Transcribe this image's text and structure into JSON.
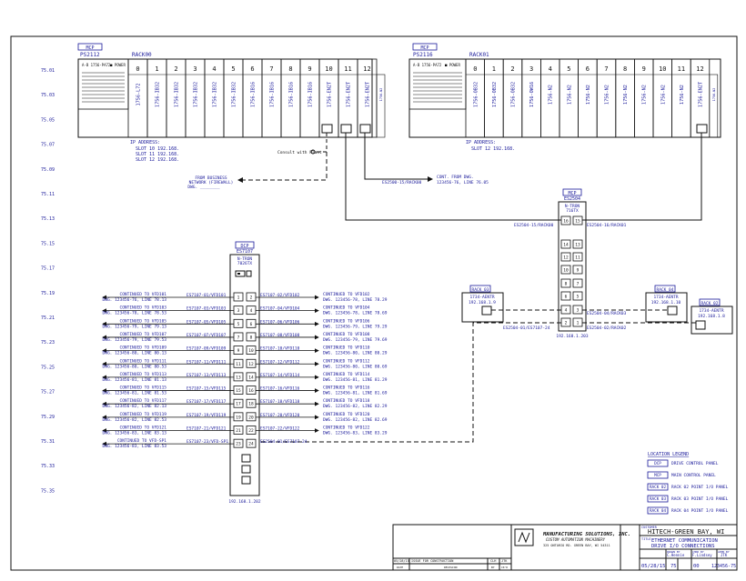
{
  "rail_labels": [
    "75.01",
    "75.03",
    "75.05",
    "75.07",
    "75.09",
    "75.11",
    "75.13",
    "75.15",
    "75.17",
    "75.19",
    "75.21",
    "75.23",
    "75.25",
    "75.27",
    "75.29",
    "75.31",
    "75.33",
    "75.35"
  ],
  "rack00": {
    "tag": "MCP",
    "panel": "PS2112",
    "name": "RACK00",
    "ps": "A-B 1756-PA72",
    "power": "■ POWER",
    "slots": [
      "0",
      "1",
      "2",
      "3",
      "4",
      "5",
      "6",
      "7",
      "8",
      "9",
      "10",
      "11",
      "12"
    ],
    "modules": [
      "1756-L72",
      "1756-IB32",
      "1756-IB32",
      "1756-IB32",
      "1756-IB32",
      "1756-IB32",
      "1756-IB16",
      "1756-IB16",
      "1756-IB16",
      "1756-IB16",
      "1756-EN2T",
      "1756-EN2T",
      "1756-EN2T"
    ],
    "end_cap": "1756-N2",
    "ip_title": "IP ADDRESS:",
    "ip_rows": [
      "SLOT 10  192.168.",
      "SLOT 11  192.168.",
      "SLOT 12  192.168."
    ],
    "consult": "Consult with Plant",
    "business": [
      "FROM BUSINESS",
      "NETWORK (FIREWALL)",
      "DWG. ________"
    ],
    "cont_label": "ES2500-15/RACK00",
    "cont_to": [
      "CONT. FROM DWG.",
      "123456-76, LINE 76.05"
    ]
  },
  "rack01": {
    "tag": "MCP",
    "panel": "PS2116",
    "name": "RACK01",
    "ps": "A-B 1756-PA72",
    "power": "■ POWER",
    "slots": [
      "0",
      "1",
      "2",
      "3",
      "4",
      "5",
      "6",
      "7",
      "8",
      "9",
      "10",
      "11",
      "12"
    ],
    "modules": [
      "1756-OB32",
      "1756-OB32",
      "1756-OB32",
      "1756-OW16",
      "1756-N2",
      "1756-N2",
      "1756-N2",
      "1756-N2",
      "1756-N2",
      "1756-N2",
      "1756-N2",
      "1756-N2",
      "1756-EN2T"
    ],
    "end_cap": "1756-N2",
    "ip_title": "IP ADDRESS:",
    "ip_rows": [
      "SLOT 12  192.168."
    ]
  },
  "switch_top": {
    "tag": "MCP",
    "id": "ES2504",
    "model": [
      "N-TRON",
      "716TX"
    ],
    "ports_left": [
      "16",
      "14",
      "12",
      "10",
      "8",
      "6",
      "4",
      "2"
    ],
    "ports_right": [
      "15",
      "13",
      "11",
      "9",
      "7",
      "5",
      "3",
      "1"
    ],
    "label_l1": "ES2504-15/RACK00",
    "label_r1": "ES2504-16/RACK01",
    "label_l2": "ES2504-01/ES7107-24",
    "label_r2": "ES2504-04/RACK03",
    "label_r3": "ES2504-02/RACK02",
    "ip": "192.168.1.203"
  },
  "switch_dcp": {
    "tag": "DCP",
    "id": "ES7107",
    "model": [
      "N-TRON",
      "7026TX"
    ],
    "ports_left": [
      "1",
      "3",
      "5",
      "7",
      "9",
      "11",
      "13",
      "15",
      "17",
      "19",
      "21",
      "23"
    ],
    "ports_right": [
      "2",
      "4",
      "6",
      "8",
      "10",
      "12",
      "14",
      "16",
      "18",
      "20",
      "22",
      "24"
    ],
    "ip": "192.168.1.202"
  },
  "dcp_left": [
    {
      "cont": "CONTINUED TO VFD101",
      "dwg": "DWG. 123456-76, LINE 78.13",
      "cable": "ES7107-01/VFD101"
    },
    {
      "cont": "CONTINUED TO VFD103",
      "dwg": "DWG. 123456-78, LINE 78.53",
      "cable": "ES7107-03/VFD103"
    },
    {
      "cont": "CONTINUED TO VFD105",
      "dwg": "DWG. 123456-79, LINE 79.13",
      "cable": "ES7107-05/VFD105"
    },
    {
      "cont": "CONTINUED TO VFD107",
      "dwg": "DWG. 123456-79, LINE 79.53",
      "cable": "ES7107-07/VFD107"
    },
    {
      "cont": "CONTINUED TO VFD109",
      "dwg": "DWG. 123456-80, LINE 80.13",
      "cable": "ES7107-09/VFD109"
    },
    {
      "cont": "CONTINUED TO VFD111",
      "dwg": "DWG. 123456-80, LINE 80.53",
      "cable": "ES7107-11/VFD111"
    },
    {
      "cont": "CONTINUED TO VFD113",
      "dwg": "DWG. 123456-81, LINE 81.13",
      "cable": "ES7107-13/VFD113"
    },
    {
      "cont": "CONTINUED TO VFD115",
      "dwg": "DWG. 123456-81, LINE 81.53",
      "cable": "ES7107-15/VFD115"
    },
    {
      "cont": "CONTINUED TO VFD117",
      "dwg": "DWG. 123456-82, LINE 82.13",
      "cable": "ES7107-17/VFD117"
    },
    {
      "cont": "CONTINUED TO VFD119",
      "dwg": "DWG. 123456-82, LINE 82.53",
      "cable": "ES7107-19/VFD119"
    },
    {
      "cont": "CONTINUED TO VFD121",
      "dwg": "DWG. 123456-83, LINE 83.13",
      "cable": "ES7107-21/VFD121"
    },
    {
      "cont": "CONTINUED TO VFD-SP1",
      "dwg": "DWG. 123456-83, LINE 83.53",
      "cable": "ES7107-23/VFD-SP1"
    }
  ],
  "dcp_right": [
    {
      "cable": "ES7107-02/VFD102",
      "cont": "CONTINUED TO VFD102",
      "dwg": "DWG. 123456-78, LINE 78.29"
    },
    {
      "cable": "ES7107-04/VFD104",
      "cont": "CONTINUED TO VFD104",
      "dwg": "DWG. 123456-78, LINE 78.69"
    },
    {
      "cable": "ES7107-06/VFD106",
      "cont": "CONTINUED TO VFD106",
      "dwg": "DWG. 123456-79, LINE 79.29"
    },
    {
      "cable": "ES7107-08/VFD108",
      "cont": "CONTINUED TO VFD108",
      "dwg": "DWG. 123456-79, LINE 79.69"
    },
    {
      "cable": "ES7107-10/VFD110",
      "cont": "CONTINUED TO VFD110",
      "dwg": "DWG. 123456-80, LINE 80.29"
    },
    {
      "cable": "ES7107-12/VFD112",
      "cont": "CONTINUED TO VFD112",
      "dwg": "DWG. 123456-80, LINE 80.69"
    },
    {
      "cable": "ES7107-14/VFD114",
      "cont": "CONTINUED TO VFD114",
      "dwg": "DWG. 123456-81, LINE 81.29"
    },
    {
      "cable": "ES7107-16/VFD116",
      "cont": "CONTINUED TO VFD116",
      "dwg": "DWG. 123456-81, LINE 81.69"
    },
    {
      "cable": "ES7107-18/VFD118",
      "cont": "CONTINUED TO VFD118",
      "dwg": "DWG. 123456-82, LINE 82.29"
    },
    {
      "cable": "ES7107-20/VFD120",
      "cont": "CONTINUED TO VFD120",
      "dwg": "DWG. 123456-82, LINE 82.69"
    },
    {
      "cable": "ES7107-22/VFD122",
      "cont": "CONTINUED TO VFD122",
      "dwg": "DWG. 123456-83, LINE 83.29"
    },
    {
      "cable": "ES2504-01/ES7107-24",
      "cont": "",
      "dwg": ""
    }
  ],
  "adapters": [
    {
      "tag": "RACK 03",
      "model": "1734-AENTR",
      "ip": "192.168.1.9"
    },
    {
      "tag": "RACK 04",
      "model": "1734-AENTR",
      "ip": "192.168.1.10"
    },
    {
      "tag": "RACK 02",
      "model": "1734-AENTR",
      "ip": "192.168.1.8"
    }
  ],
  "legend": {
    "title": "LOCATION LEGEND",
    "items": [
      {
        "tag": "DCP",
        "text": "DRIVE CONTROL PANEL"
      },
      {
        "tag": "MCP",
        "text": "MAIN CONTROL PANEL"
      },
      {
        "tag": "RACK 02",
        "text": "RACK 02 POINT I/O PANEL"
      },
      {
        "tag": "RACK 03",
        "text": "RACK 03 POINT I/O PANEL"
      },
      {
        "tag": "RACK 04",
        "text": "RACK 04 POINT I/O PANEL"
      }
    ]
  },
  "title_block": {
    "company": "MANUFACTURING SOLUTIONS, INC.",
    "company_sub": "CUSTOM AUTOMATION MACHINERY",
    "company_addr": "325 ONTARIO RD.  GREEN BAY, WI 54311",
    "customer_lbl": "CUSTOMER",
    "customer": "HITECH-GREEN BAY, WI",
    "title_lbl": "TITLE",
    "title_lines": [
      "ETHERNET COMMUNICATION",
      "DRIVE I/O CONNECTIONS"
    ],
    "drawn_lbl": "DRAWN BY",
    "drawn": "C.Hennie",
    "checked_lbl": "CHKD BY",
    "checked": "F.Lindsey",
    "appr_lbl": "APPR BY",
    "appr": "JTK",
    "date": "05/28/15",
    "sheet": "75",
    "rev": "00",
    "dwg_no": "123456-75",
    "rev_date": "05/28/15",
    "rev_text": "ISSUE FOR CONSTRUCTION",
    "rev_by": "CLH",
    "rev_appr": "JTK",
    "col_date": "DATE",
    "col_rev": "REVISION",
    "col_by": "BY",
    "col_ckd": "CK'D"
  }
}
